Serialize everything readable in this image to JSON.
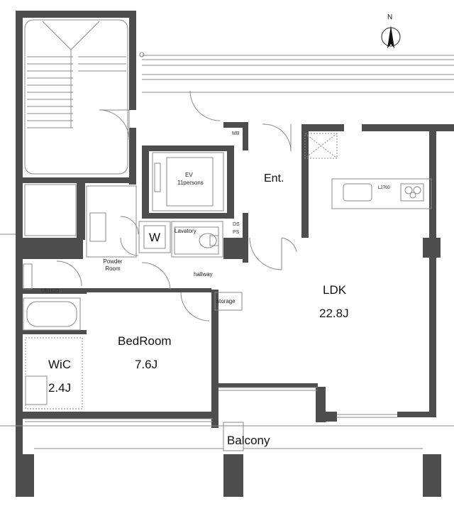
{
  "compass": {
    "north_label": "N"
  },
  "rooms": {
    "ev": {
      "name": "EV",
      "capacity": "11persons"
    },
    "mb": "MB",
    "entrance": "Ent.",
    "kitchen_counter": "L2700",
    "washer": "W",
    "lavatory": "Lavatory",
    "ds": "DS",
    "ps": "PS",
    "powder_room": "Powder Room",
    "bath": "UB1620",
    "hallway": "hallway",
    "storage": "storage",
    "ldk": {
      "name": "LDK",
      "size": "22.8J"
    },
    "bedroom": {
      "name": "BedRoom",
      "size": "7.6J"
    },
    "wic": {
      "name": "WiC",
      "size": "2.4J"
    },
    "balcony": "Balcony"
  },
  "colors": {
    "wall": "#4d4d4d",
    "line": "#888888",
    "fill_light": "#f4f4f4"
  }
}
